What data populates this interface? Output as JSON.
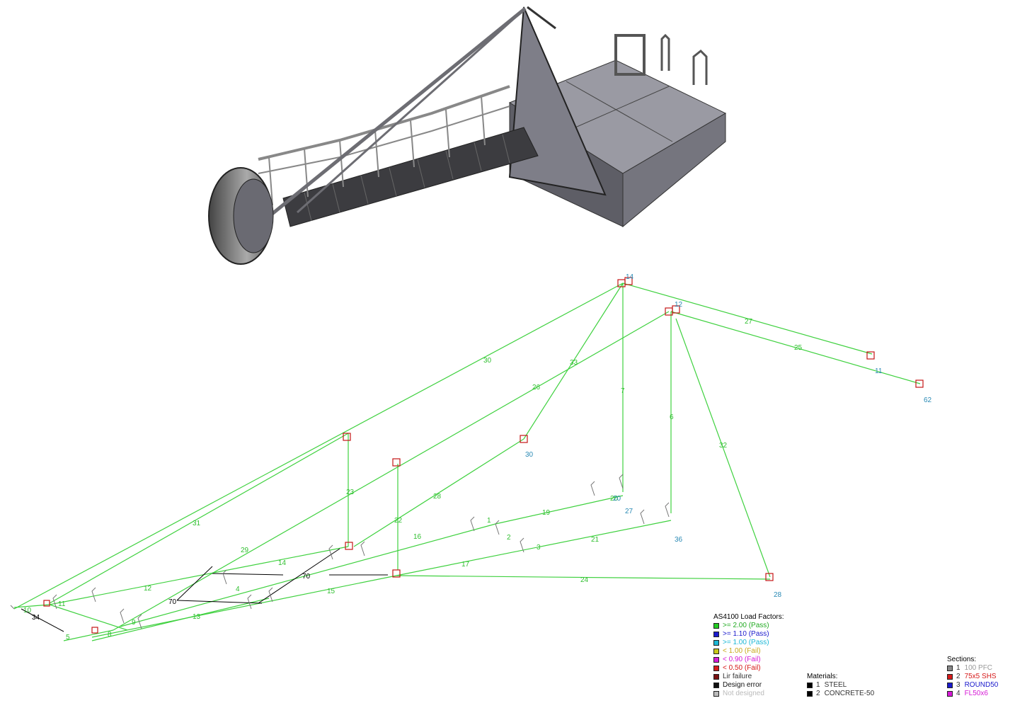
{
  "diagram": {
    "member_labels": [
      "31",
      "30",
      "29",
      "28",
      "26",
      "23",
      "22",
      "33",
      "7",
      "6",
      "32",
      "27",
      "25",
      "24",
      "21",
      "19",
      "17",
      "16",
      "15",
      "14",
      "13",
      "12",
      "11",
      "10",
      "9",
      "8",
      "5",
      "4",
      "3",
      "2",
      "1",
      "34",
      "70",
      "70",
      "20"
    ],
    "node_labels": [
      "14",
      "12",
      "11",
      "62",
      "30",
      "36",
      "28",
      "20",
      "27"
    ],
    "colors": {
      "member": "#3fd13f",
      "member_label": "#2fbf2f",
      "node_label": "#2a8ab5",
      "support": "#c41616",
      "black_line": "#000000"
    }
  },
  "legend": {
    "title": "AS4100 Load Factors:",
    "items": [
      {
        "label": ">= 2.00 (Pass)",
        "color": "#22cc22",
        "text_color": "#22aa22"
      },
      {
        "label": ">= 1.10 (Pass)",
        "color": "#1a1acc",
        "text_color": "#1a1acc"
      },
      {
        "label": ">= 1.00 (Pass)",
        "color": "#1bb7d6",
        "text_color": "#1bb7d6"
      },
      {
        "label": "< 1.00 (Fail)",
        "color": "#c8c81a",
        "text_color": "#c8a81a"
      },
      {
        "label": "< 0.90 (Fail)",
        "color": "#d61ad6",
        "text_color": "#d61ad6"
      },
      {
        "label": "< 0.50 (Fail)",
        "color": "#d61a1a",
        "text_color": "#d61a1a"
      },
      {
        "label": "Lir failure",
        "color": "#7a1111",
        "text_color": "#333333"
      },
      {
        "label": "Design error",
        "color": "#111111",
        "text_color": "#111111"
      },
      {
        "label": "Not designed",
        "color": "#bbbbbb",
        "text_color": "#bbbbbb"
      }
    ]
  },
  "materials": {
    "title": "Materials:",
    "items": [
      {
        "num": "1",
        "label": "STEEL",
        "color": "#000000"
      },
      {
        "num": "2",
        "label": "CONCRETE-50",
        "color": "#000000"
      }
    ]
  },
  "sections": {
    "title": "Sections:",
    "items": [
      {
        "num": "1",
        "label": "100 PFC",
        "color": "#888888",
        "text_color": "#999999"
      },
      {
        "num": "2",
        "label": "75x5 SHS",
        "color": "#d61a1a",
        "text_color": "#d61a1a"
      },
      {
        "num": "3",
        "label": "ROUND50",
        "color": "#1a1acc",
        "text_color": "#1a1acc"
      },
      {
        "num": "4",
        "label": "FL50x6",
        "color": "#d61ad6",
        "text_color": "#d61ad6"
      }
    ]
  }
}
